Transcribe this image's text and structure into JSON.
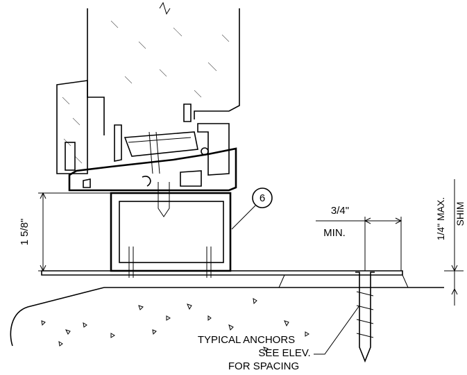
{
  "labels": {
    "dim_vertical": "1 5/8\"",
    "callout_number": "6",
    "min_dim_top": "3/4\"",
    "min_dim_bottom": "MIN.",
    "shim_max": "1/4\" MAX.",
    "shim": "SHIM",
    "note_line1": "TYPICAL ANCHORS",
    "note_line2": "SEE ELEV.",
    "note_line3": "FOR SPACING"
  }
}
